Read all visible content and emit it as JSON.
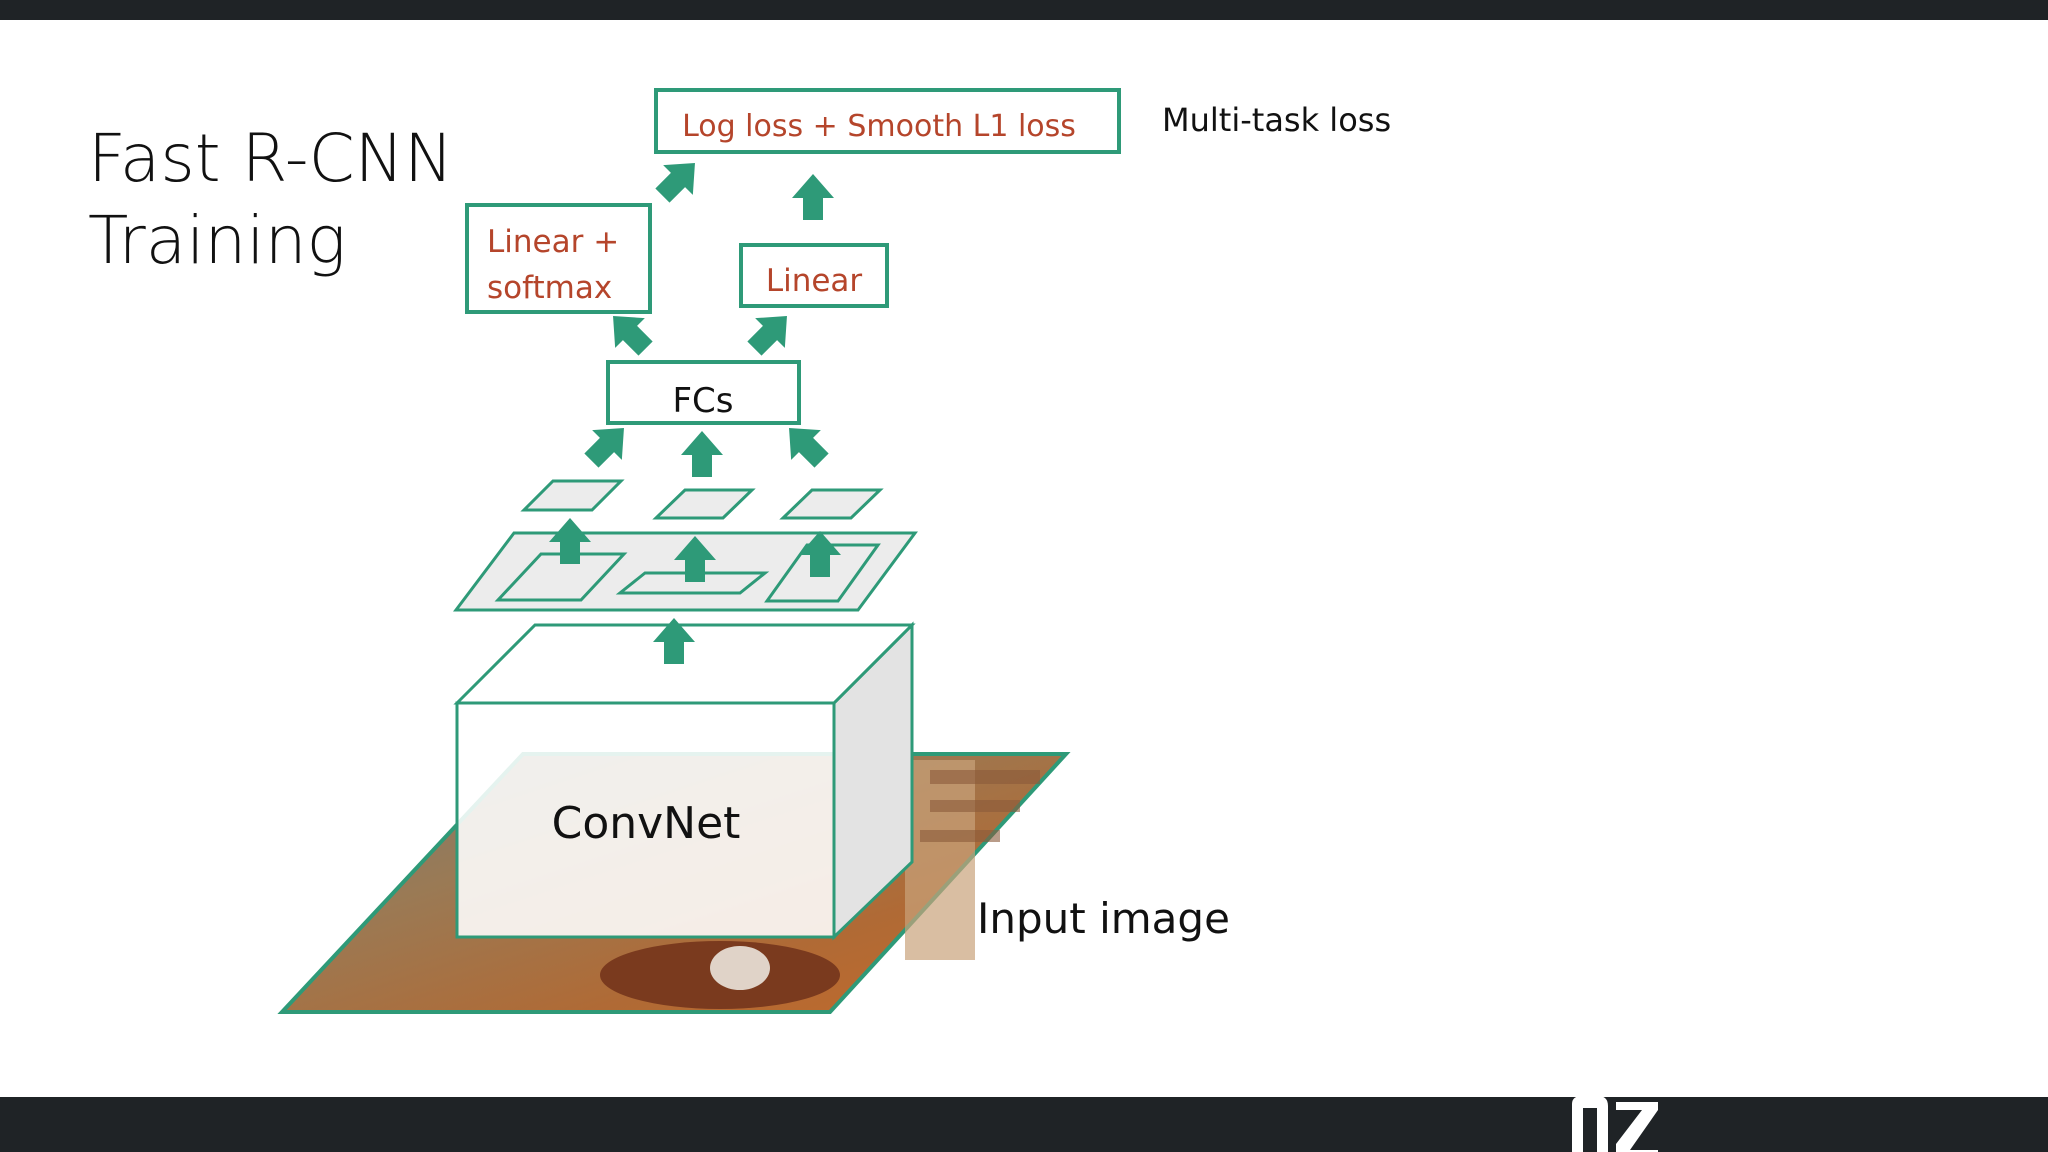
{
  "title": {
    "line1": "Fast R-CNN",
    "line2": "Training"
  },
  "diagram": {
    "loss_box": "Log loss + Smooth L1 loss",
    "loss_caption": "Multi-task loss",
    "cls_head": {
      "line1": "Linear +",
      "line2": "softmax"
    },
    "reg_head": "Linear",
    "fc_box": "FCs",
    "backbone": "ConvNet",
    "input_caption": "Input image"
  },
  "colors": {
    "accent_green": "#2e9a78",
    "head_text_red": "#b5452b",
    "dark_bar": "#1f2326",
    "roi_fill": "#ececec"
  },
  "logo": "nz"
}
